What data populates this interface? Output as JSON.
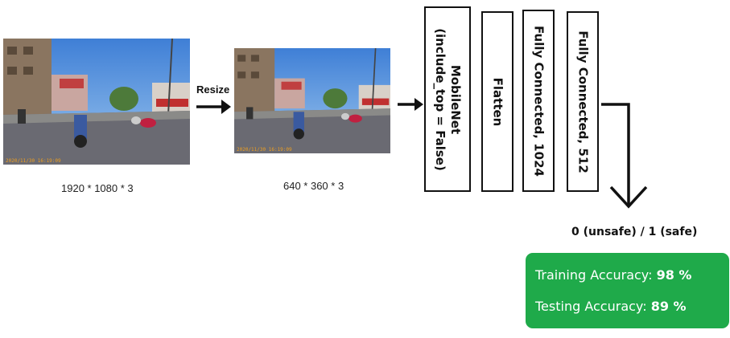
{
  "input_image": {
    "caption": "1920 * 1080 * 3",
    "timestamp": "2020/11/30 16:19:09"
  },
  "resize_label": "Resize",
  "resized_image": {
    "caption": "640 * 360 * 3",
    "timestamp": "2020/11/30 16:19:09"
  },
  "layers": [
    {
      "label": "MobileNet\n(include_top = False)"
    },
    {
      "label": "Flatten"
    },
    {
      "label": "Fully Connected, 1024"
    },
    {
      "label": "Fully Connected, 512"
    }
  ],
  "output_label": "0 (unsafe) / 1 (safe)",
  "accuracy": {
    "training_label": "Training Accuracy: ",
    "training_value": "98 %",
    "testing_label": "Testing Accuracy: ",
    "testing_value": "89 %",
    "box_color": "#1faa4a"
  }
}
